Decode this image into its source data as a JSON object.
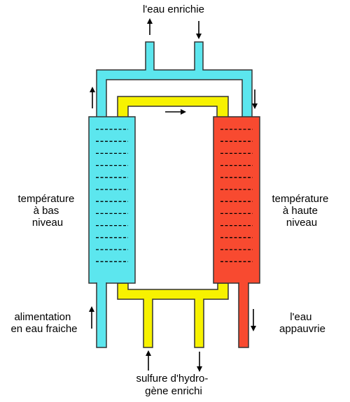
{
  "labels": {
    "top": "l'eau enrichie",
    "left_temp": [
      "température",
      "à bas",
      "niveau"
    ],
    "right_temp": [
      "température",
      "à haute",
      "niveau"
    ],
    "left_feed": [
      "alimentation",
      "en eau fraiche"
    ],
    "right_out": [
      "l'eau",
      "appauvrie"
    ],
    "bottom": [
      "sulfure d'hydro-",
      "gène enrichi"
    ]
  },
  "colors": {
    "cold_tower": "#5ce6ee",
    "hot_tower": "#f84a30",
    "gas_loop": "#f7f200",
    "water_pipe": "#5ce6ee",
    "outline": "#333333"
  },
  "icons": {
    "arrow": "arrow-icon",
    "tray": "tray-dash-icon"
  }
}
